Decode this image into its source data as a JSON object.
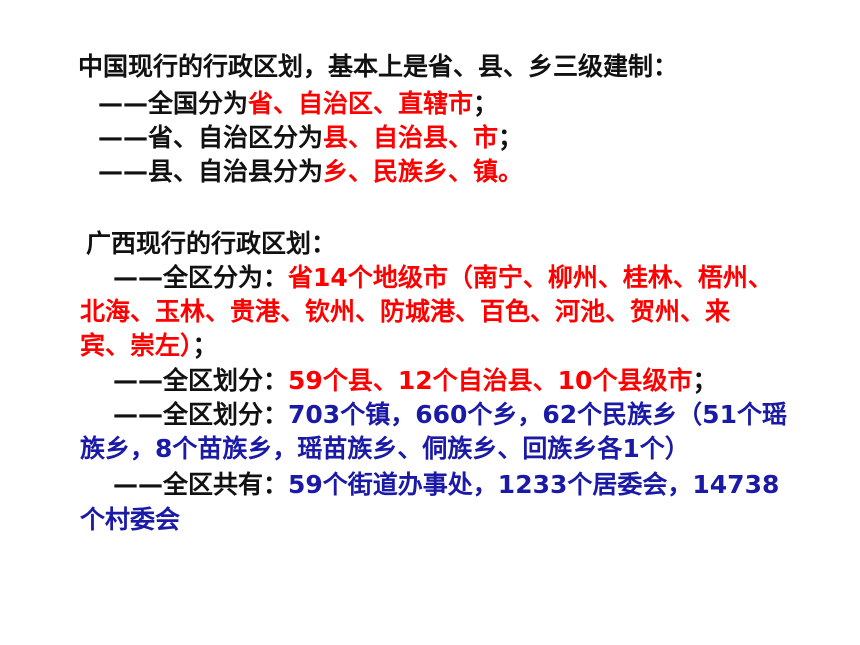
{
  "colors": {
    "text": "#111111",
    "red": "#ff0000",
    "blue": "#1a1aa6",
    "background": "#ffffff"
  },
  "national": {
    "heading": "中国现行的行政区划，基本上是省、县、乡三级建制：",
    "line1": {
      "prefix": "——全国分为",
      "red": "省、自治区、直辖市",
      "suffix": "；"
    },
    "line2": {
      "prefix": "——省、自治区分为",
      "red": "县、自治县、市",
      "suffix": "；"
    },
    "line3": {
      "prefix": "——县、自治县分为",
      "red": "乡、民族乡、镇。"
    }
  },
  "guangxi": {
    "heading": "广西现行的行政区划：",
    "line1": {
      "prefix": "——全区分为：",
      "red_a": "省",
      "red_b": "14",
      "red_c": "个地级市（南宁、柳州、桂林、梧州、",
      "cont1": "北海、玉林、贵港、钦州、防城港、百色、河池、贺州、来",
      "cont2": "宾、崇左）",
      "suffix": "；"
    },
    "line2": {
      "prefix": "——全区划分：",
      "n1": "59",
      "t1": "个县、",
      "n2": "12",
      "t2": "个自治县、",
      "n3": "10",
      "t3": "个县级市",
      "suffix": "；"
    },
    "line3": {
      "prefix": "——全区划分：",
      "text1": "703个镇，660个乡，62个民族乡（51个瑶",
      "text2": "族乡，8个苗族乡，瑶苗族乡、侗族乡、回族乡各1个）"
    },
    "line4": {
      "prefix": "——全区共有：",
      "text1": "59个街道办事处，1233个居委会，14738",
      "text2": "个村委会"
    }
  }
}
